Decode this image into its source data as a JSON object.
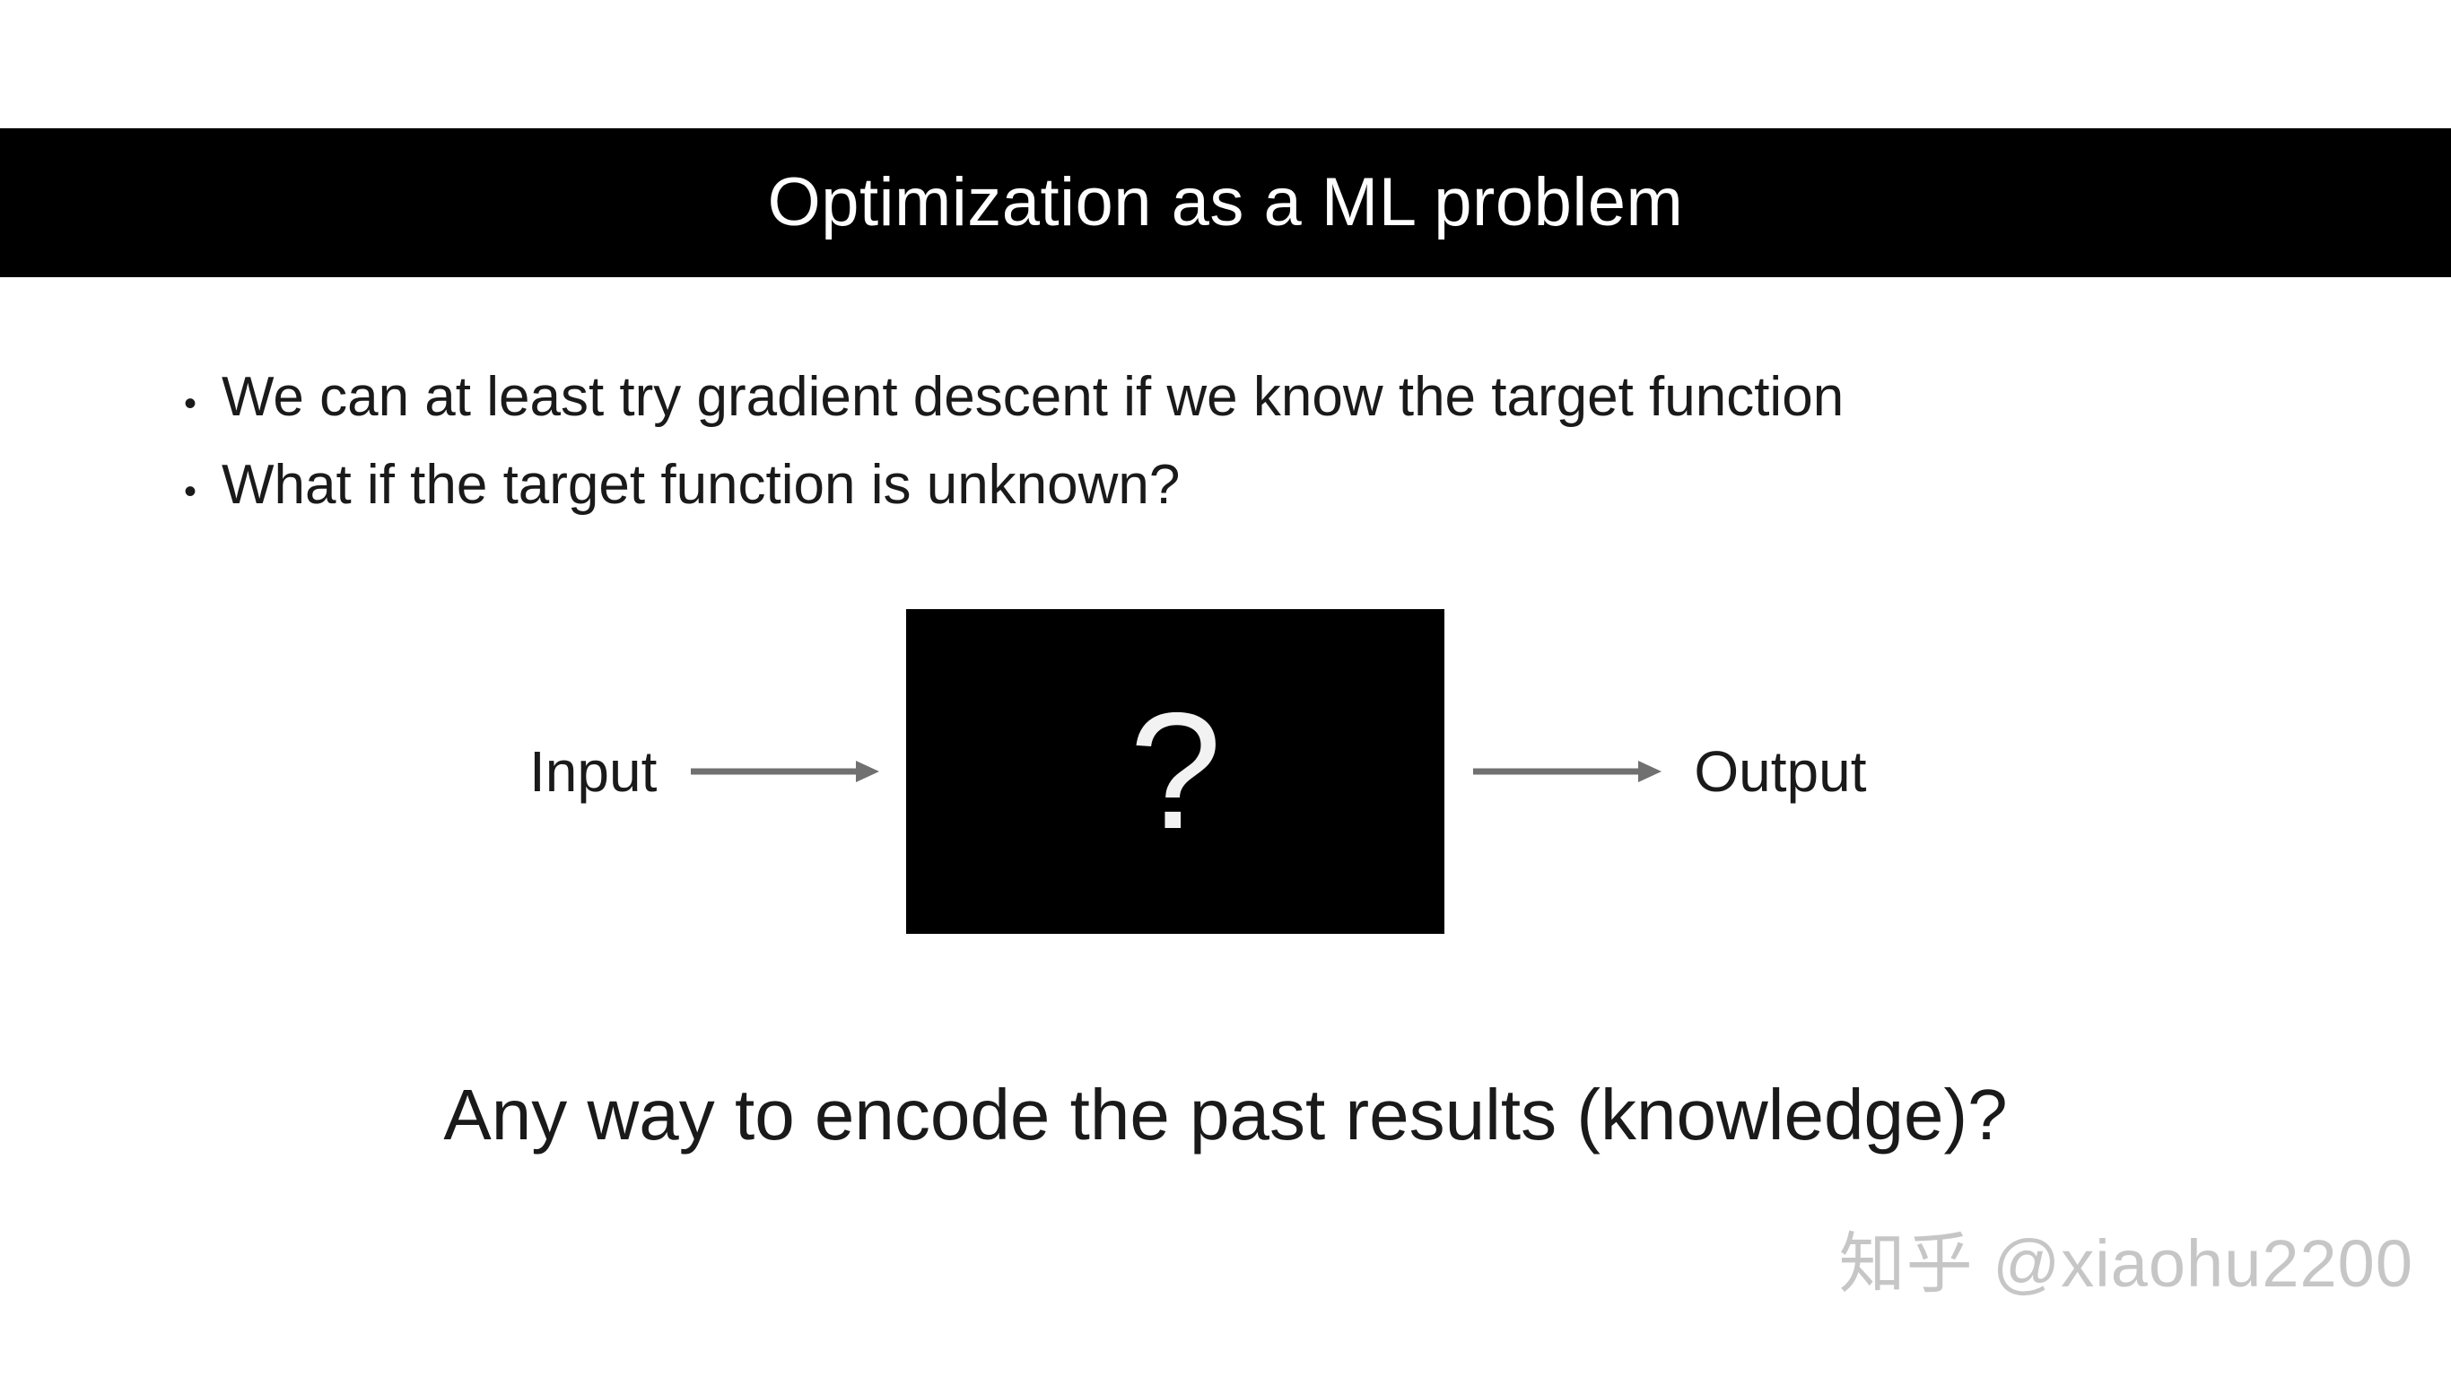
{
  "slide": {
    "background_color": "#ffffff",
    "title": "Optimization as a ML problem",
    "title_banner_color": "#000000",
    "title_text_color": "#ffffff"
  },
  "bullets": [
    {
      "marker": "bullet-dot",
      "text": "We can at least try gradient descent if we know the target function"
    },
    {
      "marker": "bullet-dot",
      "text": "What if the target function is unknown?"
    }
  ],
  "diagram": {
    "input_label": "Input",
    "output_label": "Output",
    "blackbox_symbol": "?",
    "blackbox_color": "#000000",
    "blackbox_symbol_color": "#f2f2f2",
    "arrow_color": "#707070",
    "left_arrow_icon": "arrow-right-icon",
    "right_arrow_icon": "arrow-right-icon"
  },
  "closing": {
    "text": "Any way to encode the past results (knowledge)?"
  },
  "watermark": {
    "text": "知乎 @xiaohu2200",
    "color": "#c6c6c6"
  }
}
